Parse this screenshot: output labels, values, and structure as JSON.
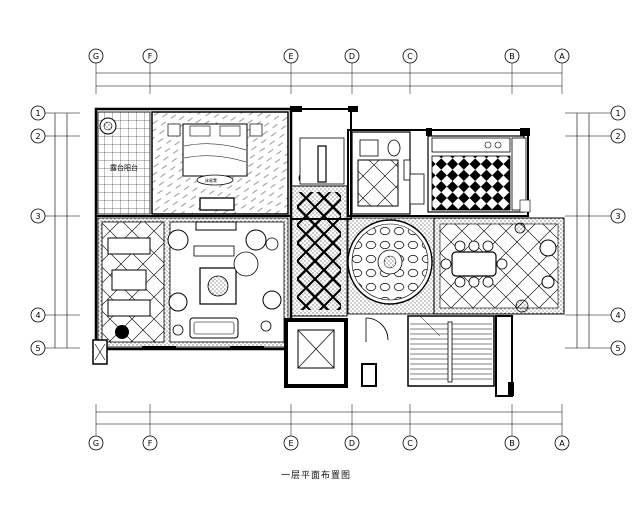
{
  "drawing_title": "一层平面布置图",
  "colors": {
    "ink": "#000000",
    "paper": "#ffffff",
    "hatch": "#222222"
  },
  "axes_top": [
    {
      "label": "G"
    },
    {
      "label": "F"
    },
    {
      "label": "E"
    },
    {
      "label": "D"
    },
    {
      "label": "C"
    },
    {
      "label": "B"
    },
    {
      "label": "A"
    }
  ],
  "axes_bottom": [
    {
      "label": "G"
    },
    {
      "label": "F"
    },
    {
      "label": "E"
    },
    {
      "label": "D"
    },
    {
      "label": "C"
    },
    {
      "label": "B"
    },
    {
      "label": "A"
    }
  ],
  "axes_left": [
    {
      "label": "1"
    },
    {
      "label": "2"
    },
    {
      "label": "3"
    },
    {
      "label": "4"
    },
    {
      "label": "5"
    }
  ],
  "axes_right": [
    {
      "label": "1"
    },
    {
      "label": "2"
    },
    {
      "label": "3"
    },
    {
      "label": "4"
    },
    {
      "label": "5"
    }
  ],
  "room_labels": {
    "terrace": "露台阳台",
    "bed_end": "床尾凳"
  },
  "icons": [
    "dining-table-icon",
    "bed-icon",
    "sofa-icon",
    "round-rug-icon",
    "stair-icon",
    "elevator-icon",
    "plant-icon"
  ]
}
